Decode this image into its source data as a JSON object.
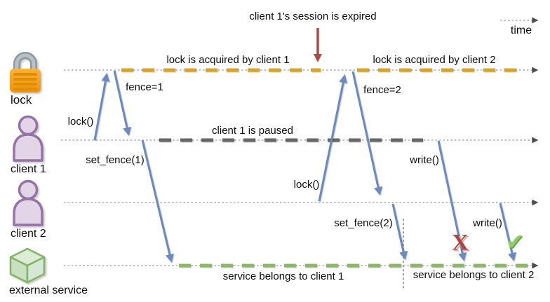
{
  "annotations": {
    "session_expired": "client 1's session is expired",
    "time": "time",
    "lock_acquired_1": "lock is acquired by client 1",
    "lock_acquired_2": "lock is acquired by client 2",
    "client1_paused": "client 1 is paused",
    "service_client1": "service belongs to client 1",
    "service_client2": "service belongs to client 2"
  },
  "actors": {
    "lock": {
      "label": "lock",
      "icon": "padlock-icon"
    },
    "client1": {
      "label": "client 1",
      "icon": "person-icon"
    },
    "client2": {
      "label": "client 2",
      "icon": "person-icon"
    },
    "service": {
      "label": "external service",
      "icon": "cube-icon"
    }
  },
  "messages": {
    "lock1": "lock()",
    "fence1": "fence=1",
    "set_fence1": "set_fence(1)",
    "lock2": "lock()",
    "fence2": "fence=2",
    "set_fence2": "set_fence(2)",
    "write_fail": "write()",
    "write_ok": "write()"
  },
  "marks": {
    "fail_glyph": "X",
    "ok_glyph": "✔"
  },
  "colors": {
    "lock_segment": "#d9a521",
    "pause_segment": "#666666",
    "service_segment": "#8cb863",
    "message_arrow": "#6b8abf",
    "expire_arrow": "#a94a44",
    "fail_mark": "#b0423e",
    "ok_mark": "#8fcc66",
    "timeline": "#9b9b9b",
    "timeline_arrow": "#4d4d4d"
  }
}
